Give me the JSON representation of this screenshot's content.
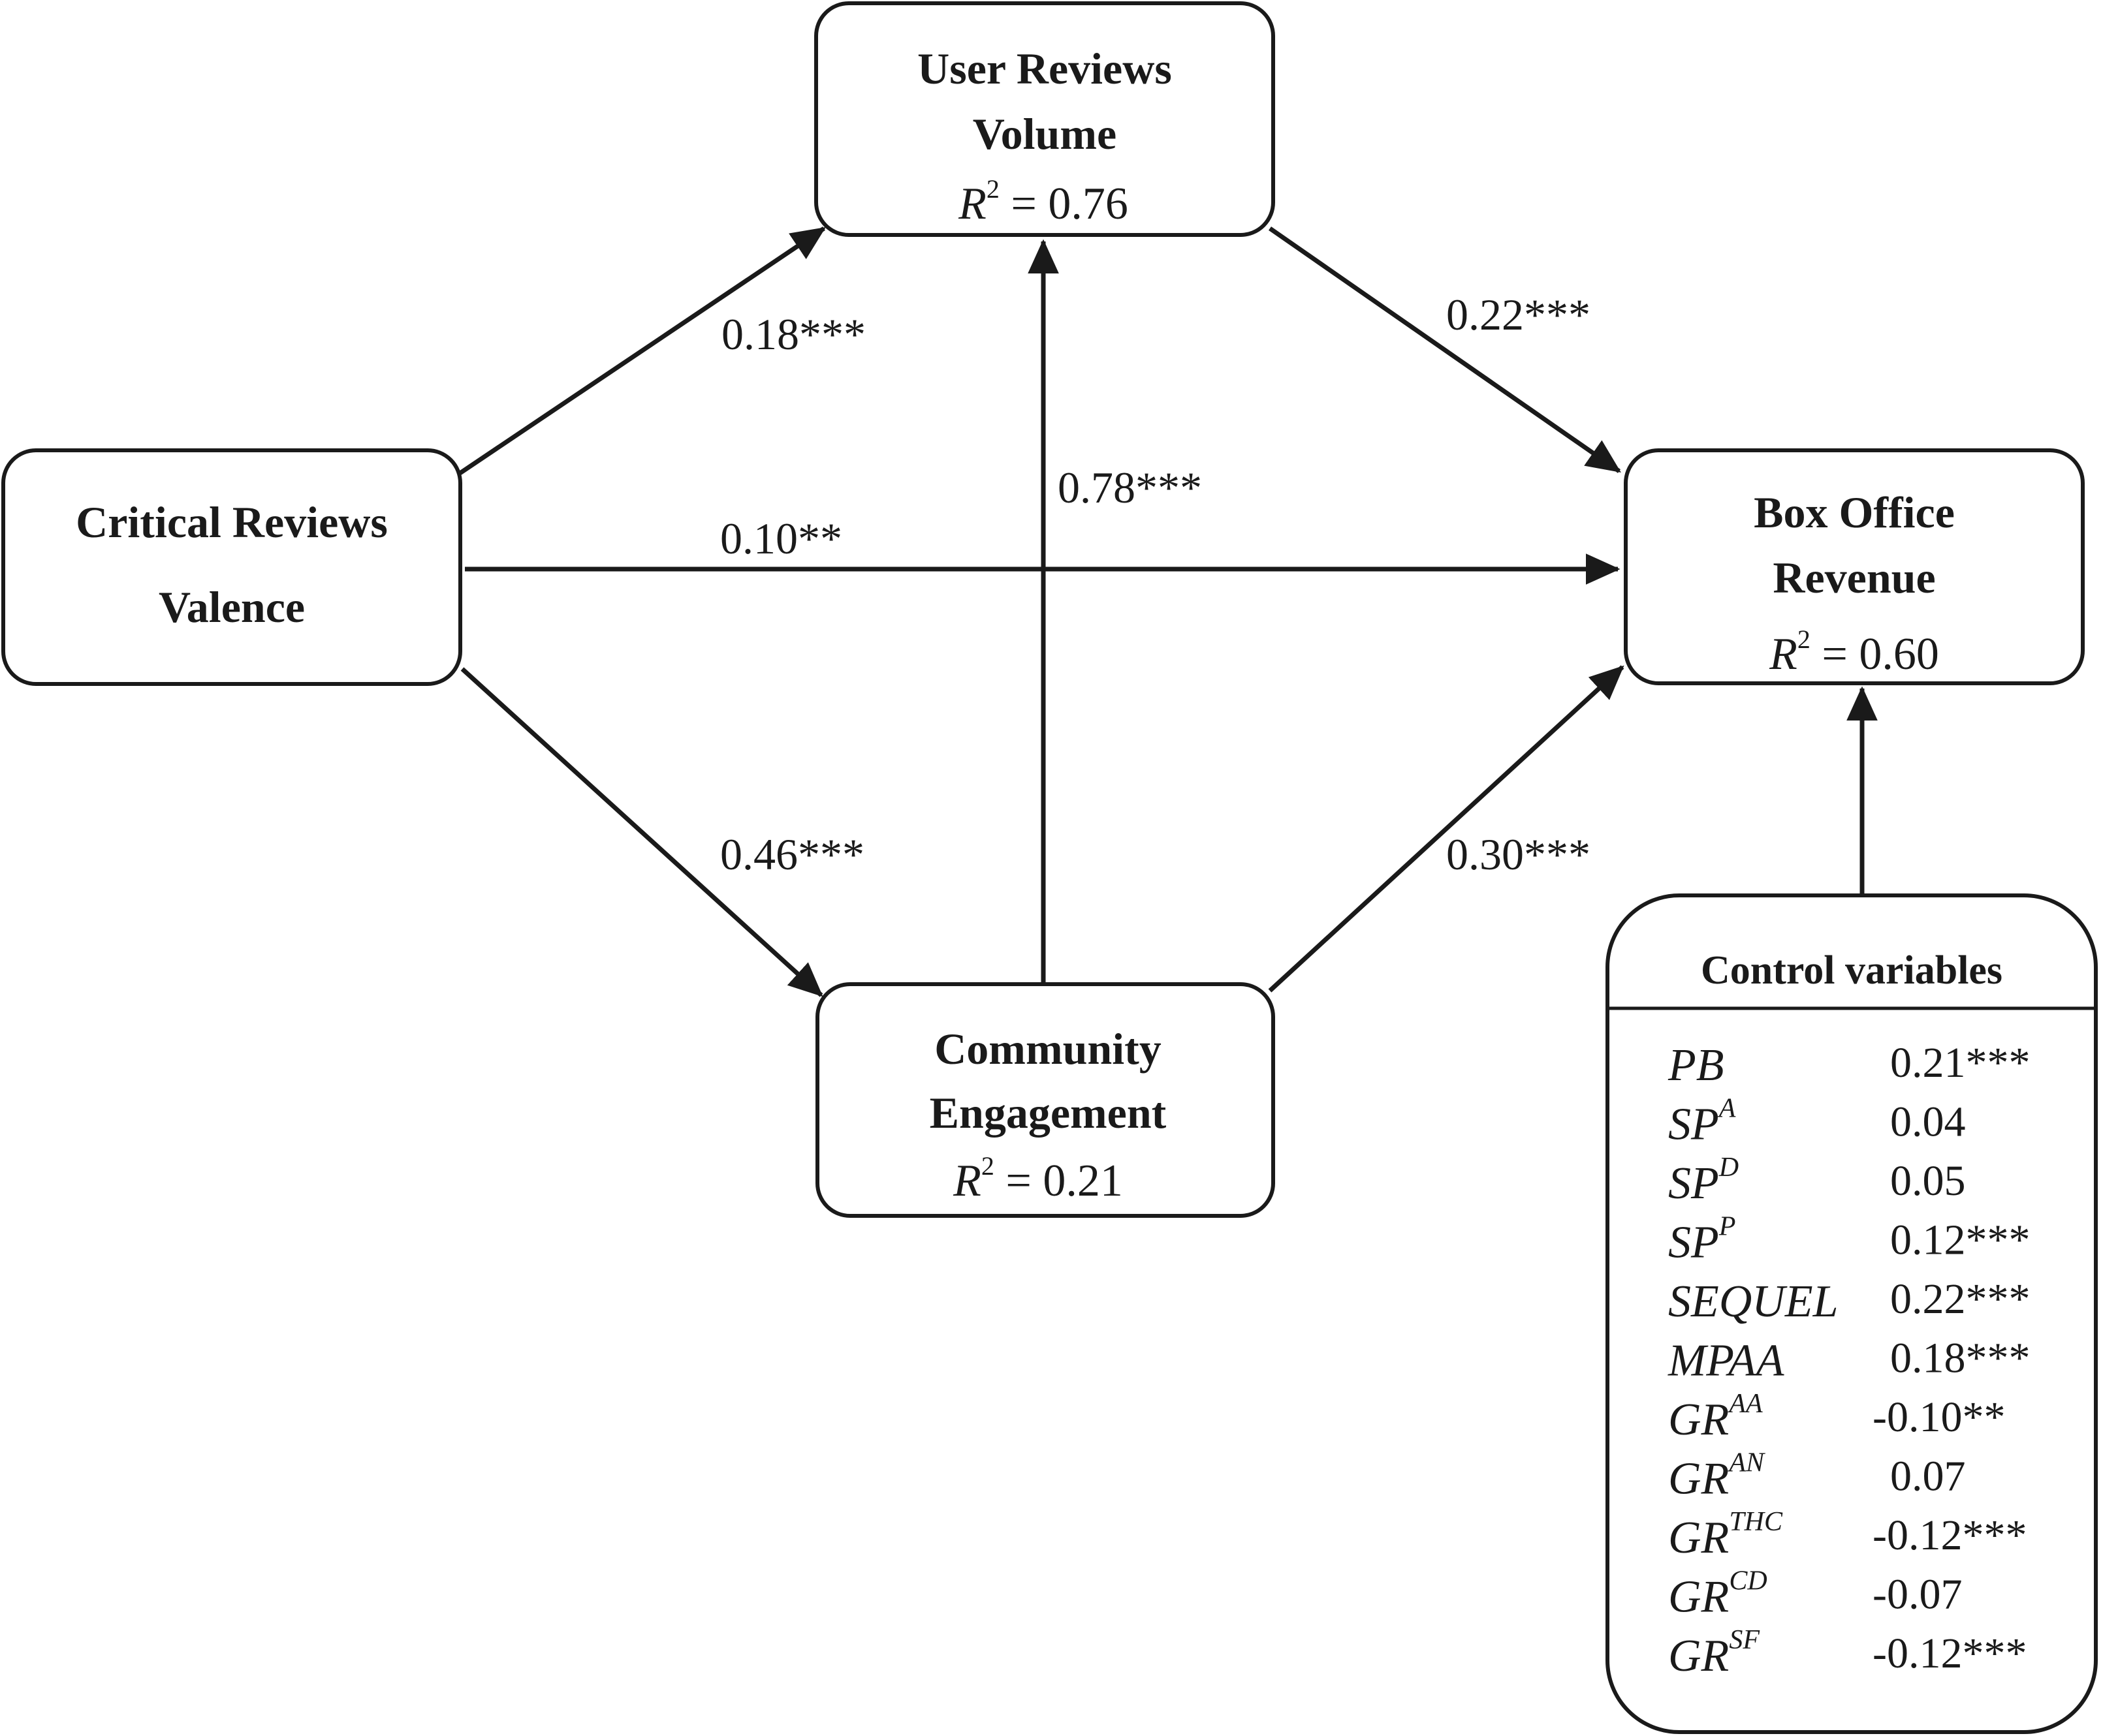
{
  "nodes": {
    "critical": {
      "line1": "Critical Reviews",
      "line2": "Valence"
    },
    "user": {
      "line1": "User Reviews",
      "line2": "Volume",
      "r2_symbol": "R",
      "r2_sup": "2",
      "r2_value": " = 0.76"
    },
    "box": {
      "line1": "Box Office",
      "line2": "Revenue",
      "r2_symbol": "R",
      "r2_sup": "2",
      "r2_value": " = 0.60"
    },
    "community": {
      "line1": "Community",
      "line2": "Engagement",
      "r2_symbol": "R",
      "r2_sup": "2",
      "r2_value": " = 0.21"
    }
  },
  "paths": {
    "critical_to_user": "0.18***",
    "user_to_box": "0.22***",
    "community_to_user": "0.78***",
    "critical_to_box": "0.10**",
    "critical_to_community": "0.46***",
    "community_to_box": "0.30***"
  },
  "controls": {
    "title": "Control variables",
    "rows": [
      {
        "var": "PB",
        "sup": "",
        "value": "0.21***"
      },
      {
        "var": "SP",
        "sup": "A",
        "value": "0.04"
      },
      {
        "var": "SP",
        "sup": "D",
        "value": "0.05"
      },
      {
        "var": "SP",
        "sup": "P",
        "value": "0.12***"
      },
      {
        "var": "SEQUEL",
        "sup": "",
        "value": "0.22***"
      },
      {
        "var": "MPAA",
        "sup": "",
        "value": "0.18***"
      },
      {
        "var": "GR",
        "sup": "AA",
        "value": "-0.10**"
      },
      {
        "var": "GR",
        "sup": "AN",
        "value": "0.07"
      },
      {
        "var": "GR",
        "sup": "THC",
        "value": "-0.12***"
      },
      {
        "var": "GR",
        "sup": "CD",
        "value": "-0.07"
      },
      {
        "var": "GR",
        "sup": "SF",
        "value": "-0.12***"
      }
    ]
  }
}
